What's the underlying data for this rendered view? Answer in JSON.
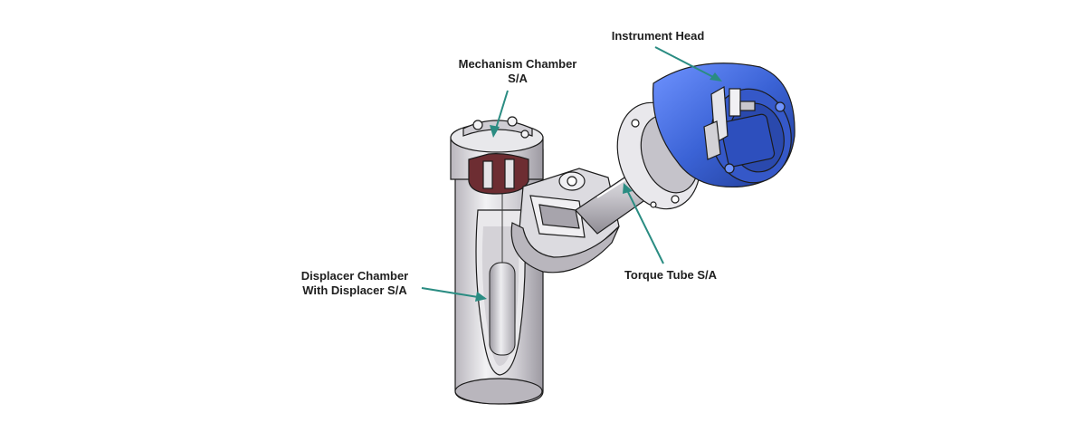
{
  "labels": {
    "instrument_head": "Instrument Head",
    "mechanism_chamber": [
      "Mechanism Chamber",
      "S/A"
    ],
    "torque_tube": "Torque Tube S/A",
    "displacer_chamber": [
      "Displacer Chamber",
      "With Displacer S/A"
    ]
  },
  "colors": {
    "leader": "#2a8c82",
    "metal_light": "#ececef",
    "metal_mid": "#c7c5cb",
    "metal_dark": "#8f8c94",
    "cavity": "#6d2d32",
    "head_blue": "#3b63d6",
    "head_blue_dark": "#243f9e",
    "outline": "#1c1c1c"
  }
}
